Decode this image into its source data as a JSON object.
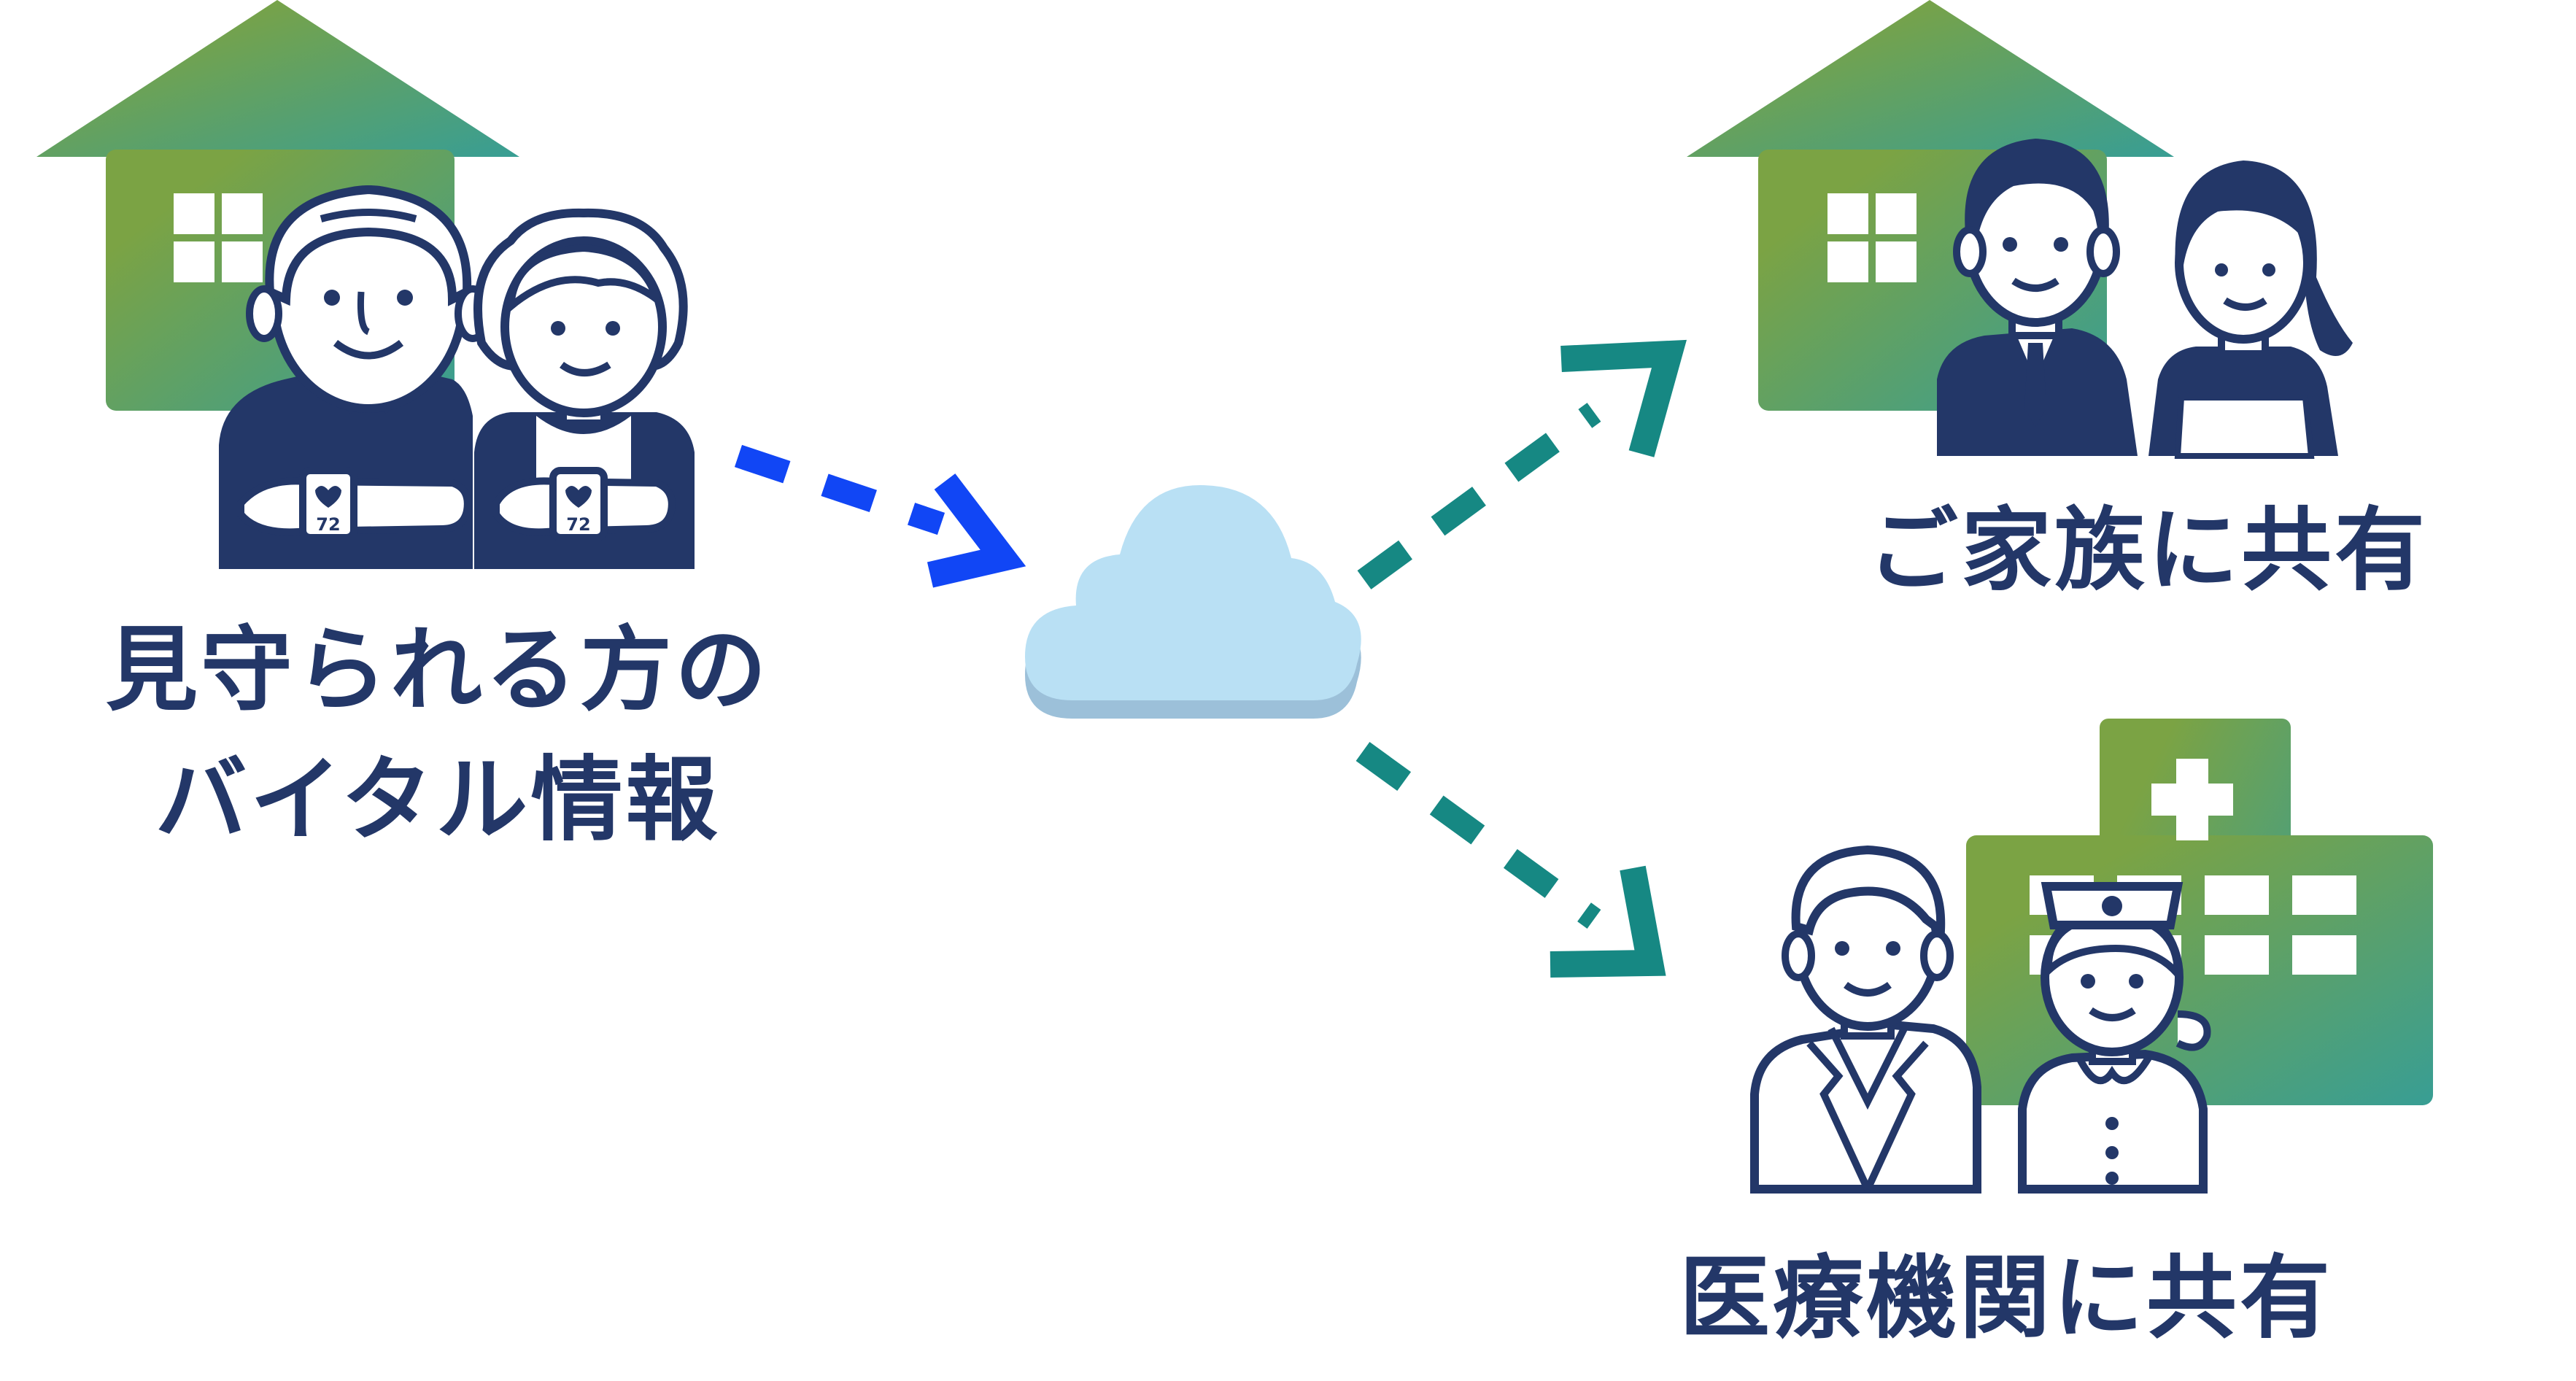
{
  "labels": {
    "vitals_line1": "見守られる方の",
    "vitals_line2": "バイタル情報",
    "family": "ご家族に共有",
    "medical": "医療機関に共有"
  },
  "watch_reading": "72",
  "colors": {
    "navy": "#233768",
    "blue_arrow": "#1146f5",
    "teal_arrow": "#168883",
    "building_green": "#7ba344",
    "building_teal": "#389e94",
    "cloud": "#b9e0f4",
    "cloud_shadow": "#9cc0d9"
  },
  "icons": [
    "house-icon",
    "elderly-couple-icon",
    "smartwatch-icon",
    "cloud-icon",
    "family-couple-icon",
    "hospital-icon",
    "doctor-icon",
    "nurse-icon"
  ]
}
